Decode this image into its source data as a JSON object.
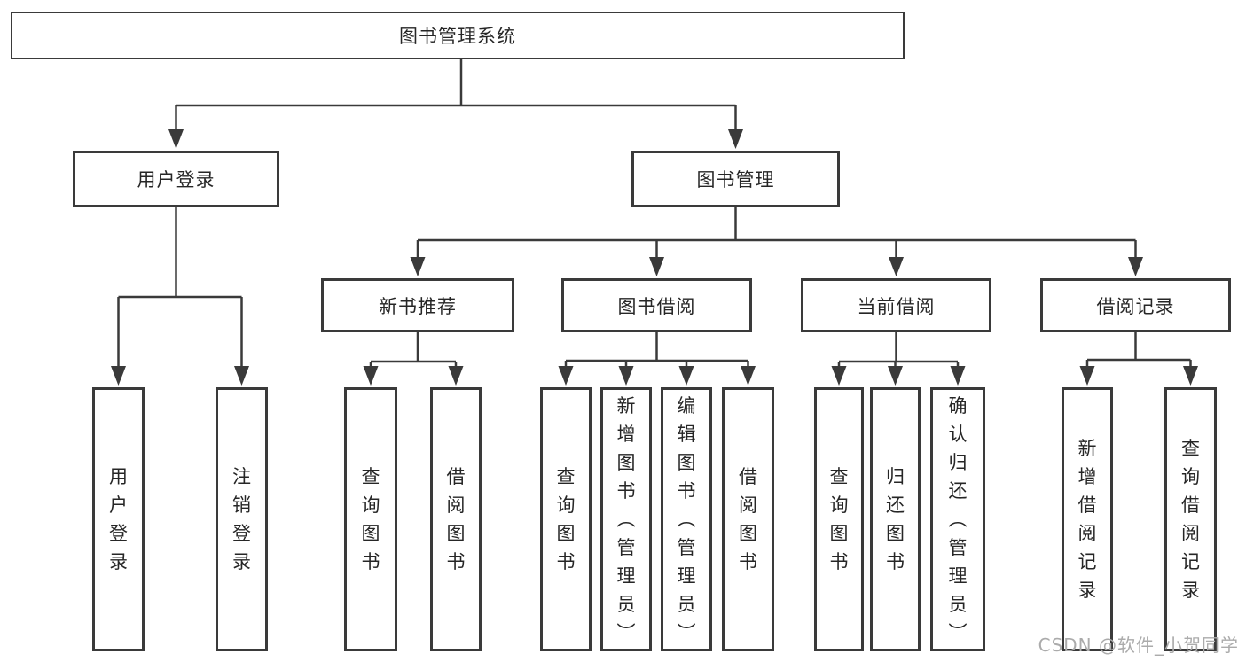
{
  "diagram": {
    "title": "图书管理系统",
    "type": "hierarchy-tree",
    "nodes": {
      "root": {
        "label": "图书管理系统"
      },
      "user_login": {
        "label": "用户登录"
      },
      "book_mgmt": {
        "label": "图书管理"
      },
      "new_book_rec": {
        "label": "新书推荐"
      },
      "book_borrow": {
        "label": "图书借阅"
      },
      "current_borrow": {
        "label": "当前借阅"
      },
      "borrow_record": {
        "label": "借阅记录"
      },
      "leaf_user_login": {
        "label": "用户登录"
      },
      "leaf_logout": {
        "label": "注销登录"
      },
      "leaf_nb_query": {
        "label": "查询图书"
      },
      "leaf_nb_borrow": {
        "label": "借阅图书"
      },
      "leaf_bb_query": {
        "label": "查询图书"
      },
      "leaf_bb_add": {
        "label": "新增图书（管理员）"
      },
      "leaf_bb_edit": {
        "label": "编辑图书（管理员）"
      },
      "leaf_bb_borrow": {
        "label": "借阅图书"
      },
      "leaf_cb_query": {
        "label": "查询图书"
      },
      "leaf_cb_return": {
        "label": "归还图书"
      },
      "leaf_cb_confirm": {
        "label": "确认归还（管理员）"
      },
      "leaf_br_add": {
        "label": "新增借阅记录"
      },
      "leaf_br_query": {
        "label": "查询借阅记录"
      }
    },
    "hierarchy": {
      "图书管理系统": {
        "用户登录": [
          "用户登录",
          "注销登录"
        ],
        "图书管理": {
          "新书推荐": [
            "查询图书",
            "借阅图书"
          ],
          "图书借阅": [
            "查询图书",
            "新增图书（管理员）",
            "编辑图书（管理员）",
            "借阅图书"
          ],
          "当前借阅": [
            "查询图书",
            "归还图书",
            "确认归还（管理员）"
          ],
          "借阅记录": [
            "新增借阅记录",
            "查询借阅记录"
          ]
        }
      }
    },
    "colors": {
      "line": "#3a3a3a",
      "text": "#262626",
      "background": "#ffffff"
    }
  },
  "watermark": {
    "text": "CSDN @软件_小贺同学",
    "color": "#ababab"
  }
}
